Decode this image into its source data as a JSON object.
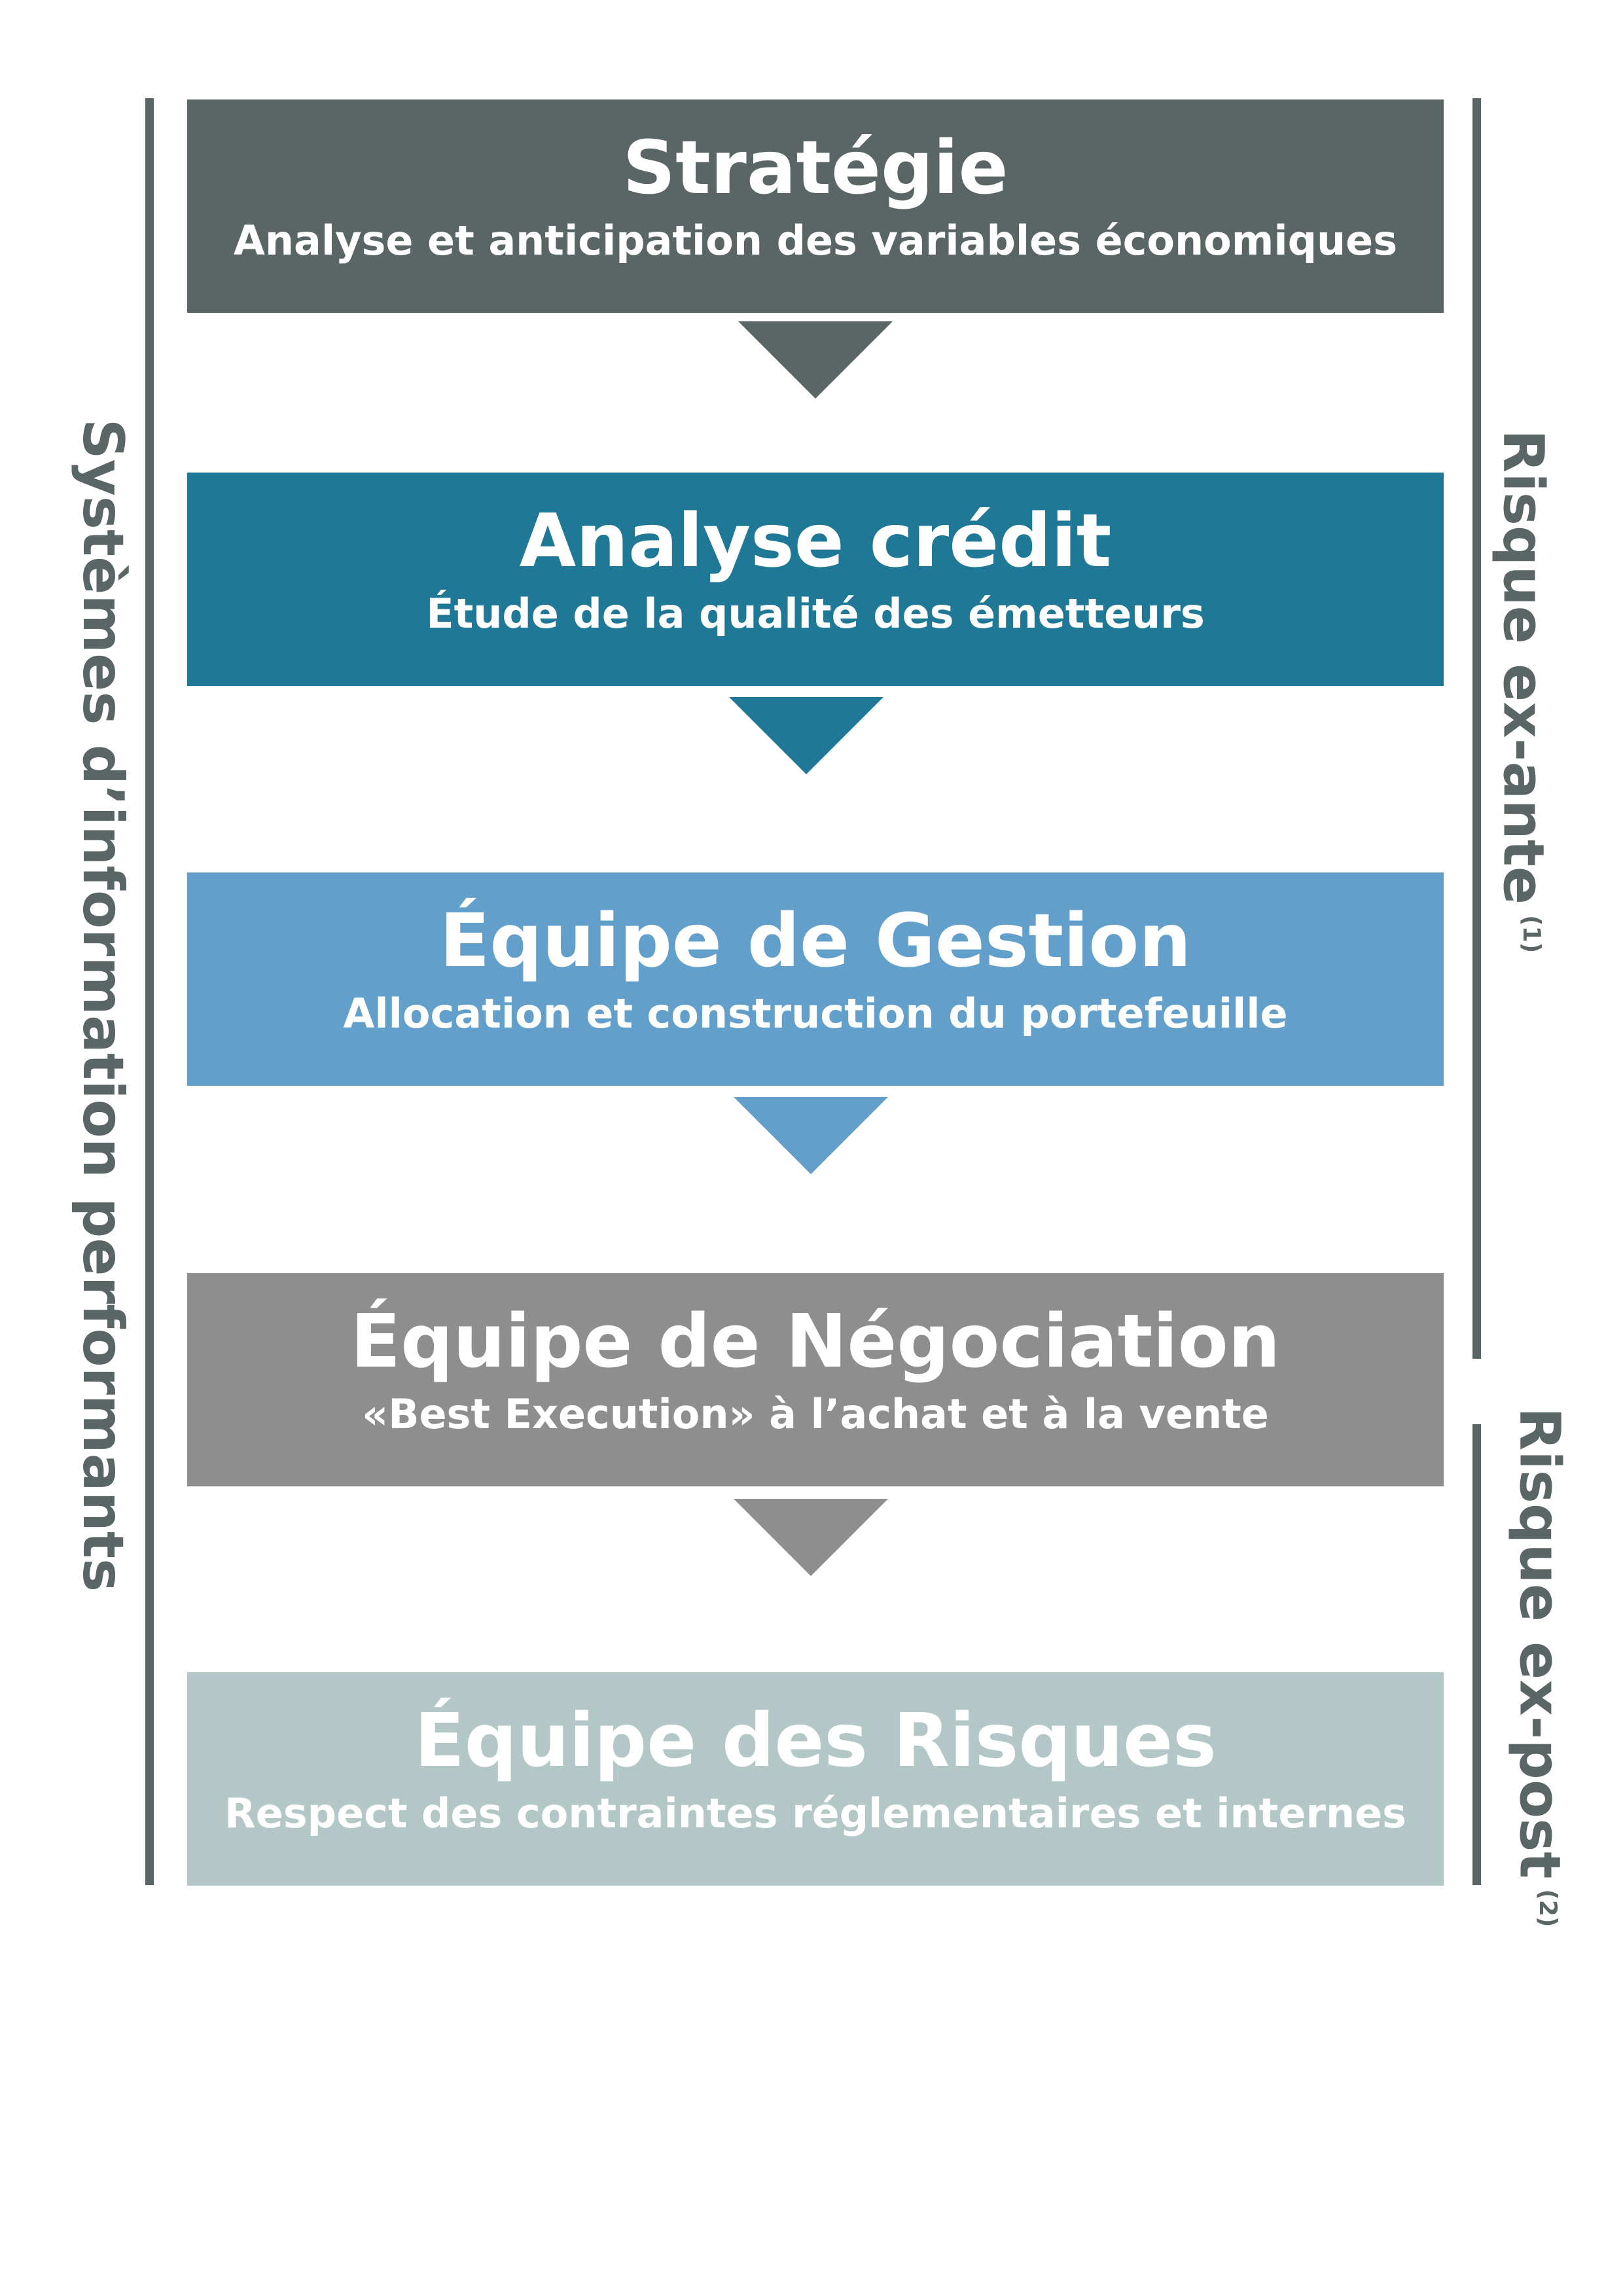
{
  "steps": [
    {
      "title": "Stratégie",
      "subtitle": "Analyse et anticipation des variables économiques",
      "color": "#5a6566"
    },
    {
      "title": "Analyse crédit",
      "subtitle": "Étude de la qualité des émetteurs",
      "color": "#1e7896"
    },
    {
      "title": "Équipe de Gestion",
      "subtitle": "Allocation et construction du portefeuille",
      "color": "#62a0cb"
    },
    {
      "title": "Équipe de Négociation",
      "subtitle": "«Best Execution» à l’achat et à la vente",
      "color": "#8e8e8e"
    },
    {
      "title": "Équipe des Risques",
      "subtitle": "Respect des contraintes réglementaires et internes",
      "color": "#b3c7c7"
    }
  ],
  "left_label": "Systèmes d’information performants",
  "right_labels": {
    "ex_ante": {
      "text": "Risque ex-ante",
      "note": "(1)"
    },
    "ex_post": {
      "text": "Risque ex-post",
      "note": "(2)"
    }
  },
  "line_color": "#5a6566"
}
